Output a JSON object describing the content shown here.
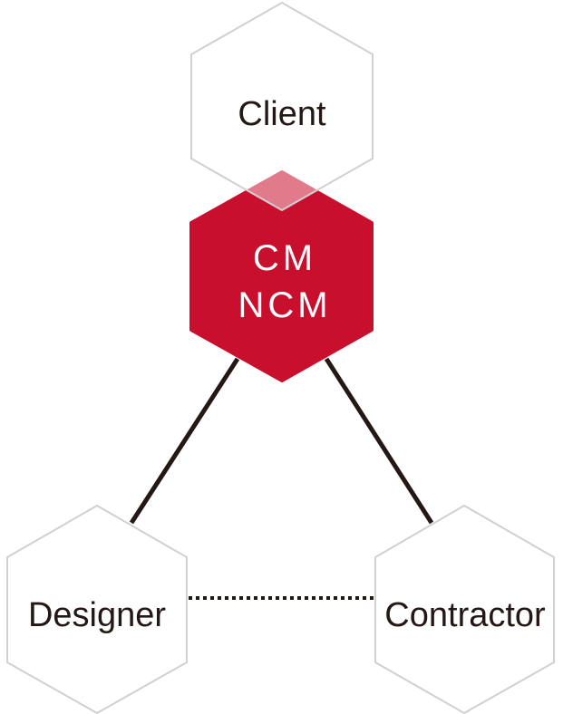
{
  "nodes": {
    "client": "Client",
    "cm_line1": "CM",
    "cm_line2": "NCM",
    "designer": "Designer",
    "contractor": "Contractor"
  },
  "colors": {
    "accent": "#c8102e",
    "hex_stroke": "#d0d0d0",
    "line": "#231815"
  }
}
